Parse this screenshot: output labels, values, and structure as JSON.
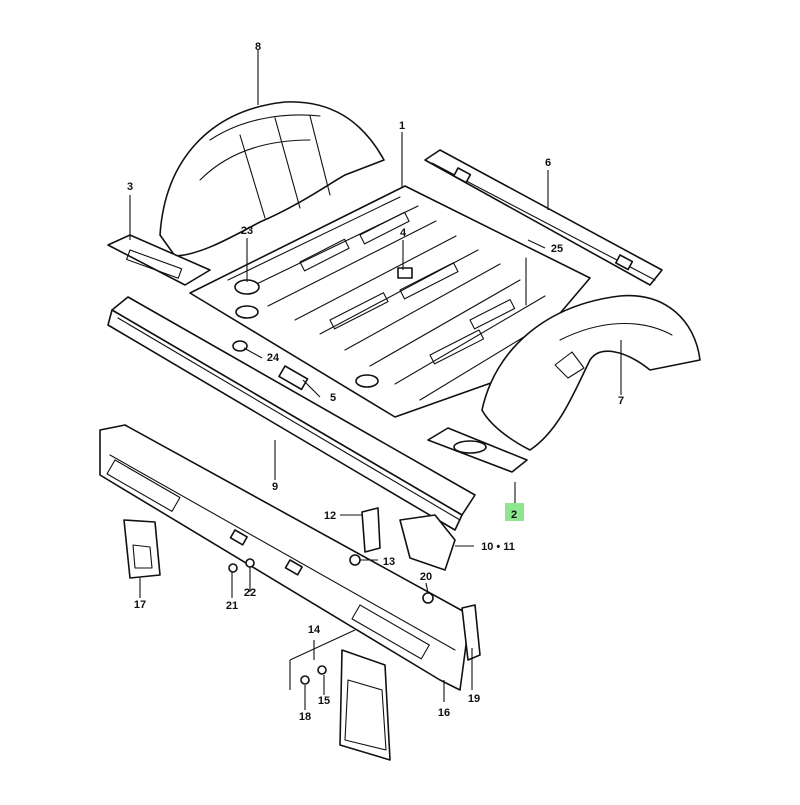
{
  "diagram": {
    "callouts": [
      {
        "id": "1",
        "label": "1"
      },
      {
        "id": "2",
        "label": "2",
        "highlight": true,
        "highlight_color": "#8ee68e"
      },
      {
        "id": "3",
        "label": "3"
      },
      {
        "id": "4",
        "label": "4"
      },
      {
        "id": "5",
        "label": "5"
      },
      {
        "id": "6",
        "label": "6"
      },
      {
        "id": "7",
        "label": "7"
      },
      {
        "id": "8",
        "label": "8"
      },
      {
        "id": "9",
        "label": "9"
      },
      {
        "id": "10-11",
        "label": "10 • 11"
      },
      {
        "id": "12",
        "label": "12"
      },
      {
        "id": "13",
        "label": "13"
      },
      {
        "id": "14",
        "label": "14"
      },
      {
        "id": "15",
        "label": "15"
      },
      {
        "id": "17",
        "label": "17"
      },
      {
        "id": "18",
        "label": "18"
      },
      {
        "id": "19",
        "label": "19"
      },
      {
        "id": "20",
        "label": "20"
      },
      {
        "id": "21",
        "label": "21"
      },
      {
        "id": "22",
        "label": "22"
      },
      {
        "id": "23",
        "label": "23"
      },
      {
        "id": "24",
        "label": "24"
      },
      {
        "id": "25",
        "label": "25"
      },
      {
        "id": "16",
        "label": "16"
      }
    ]
  }
}
